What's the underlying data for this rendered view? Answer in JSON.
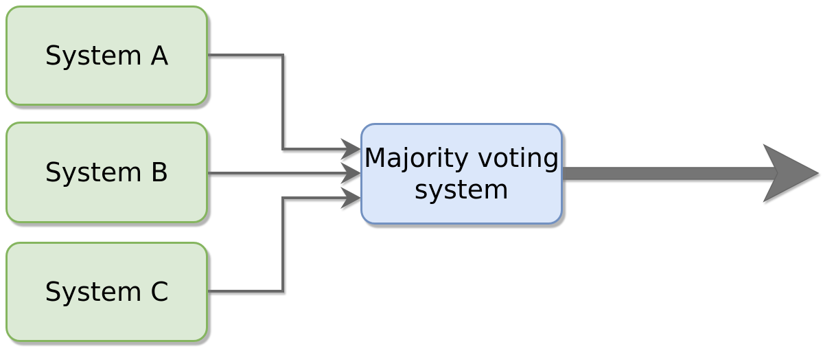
{
  "diagram": {
    "type": "block-diagram",
    "nodes": [
      {
        "id": "system-a",
        "label": "System A",
        "shape": "rounded-rect",
        "fill": "#dcead6",
        "border": "#85b55f"
      },
      {
        "id": "system-b",
        "label": "System B",
        "shape": "rounded-rect",
        "fill": "#dcead6",
        "border": "#85b55f"
      },
      {
        "id": "system-c",
        "label": "System C",
        "shape": "rounded-rect",
        "fill": "#dcead6",
        "border": "#85b55f"
      },
      {
        "id": "voter",
        "label": "Majority voting system",
        "line1": "Majority voting",
        "line2": "system",
        "shape": "rounded-rect",
        "fill": "#dbe7fa",
        "border": "#7291c1"
      }
    ],
    "edges": [
      {
        "from": "System A",
        "to": "Majority voting system",
        "style": "elbow-arrow"
      },
      {
        "from": "System B",
        "to": "Majority voting system",
        "style": "straight-arrow"
      },
      {
        "from": "System C",
        "to": "Majority voting system",
        "style": "elbow-arrow"
      },
      {
        "from": "Majority voting system",
        "to": "output",
        "style": "thick-arrow"
      }
    ],
    "colors": {
      "connector": "#686868",
      "arrowhead": "#656565",
      "output_arrow": "#757575",
      "output_arrow_outline": "#666666",
      "background": "#ffffff",
      "text": "#000000"
    }
  }
}
